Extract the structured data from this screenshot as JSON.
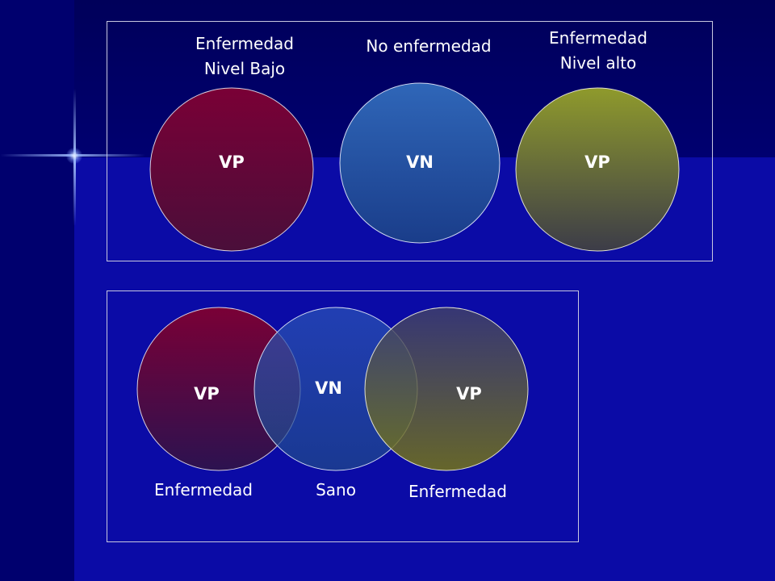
{
  "top_panel": {
    "circles": [
      {
        "label": "VP",
        "caption": [
          "Enfermedad",
          "Nivel Bajo"
        ],
        "color_top": "#7a0036",
        "color_bottom": "#4a0e3a"
      },
      {
        "label": "VN",
        "caption": [
          "No enfermedad"
        ],
        "color_top": "#2f66b8",
        "color_bottom": "#1a3d8a"
      },
      {
        "label": "VP",
        "caption": [
          "Enfermedad",
          "Nivel alto"
        ],
        "color_top": "#8f9a2c",
        "color_bottom": "#3c3c48"
      }
    ]
  },
  "bottom_panel": {
    "circles": [
      {
        "label": "VP",
        "caption": "Enfermedad",
        "color_top": "#7a0036",
        "color_bottom": "#2c1250"
      },
      {
        "label": "VN",
        "caption": "Sano",
        "color_top": "#2a52b8",
        "color_bottom": "#1f4a8a"
      },
      {
        "label": "VP",
        "caption": "Enfermedad",
        "color_top": "#40406a",
        "color_bottom": "#7a7a10"
      }
    ]
  }
}
